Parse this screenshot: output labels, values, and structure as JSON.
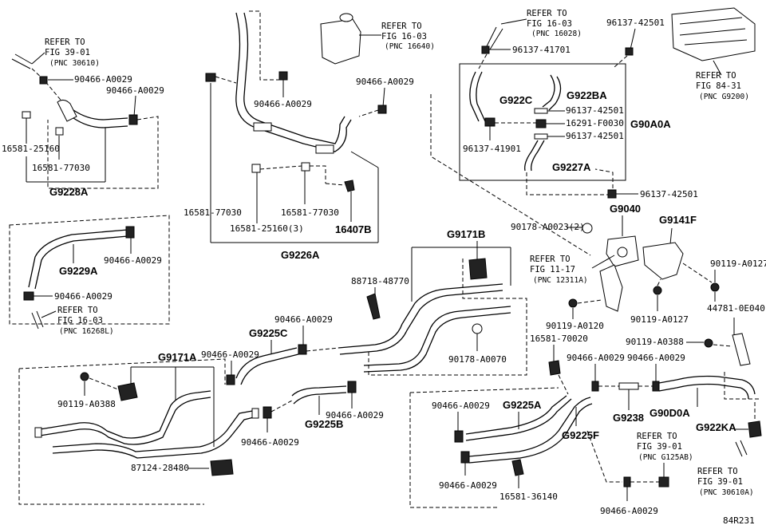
{
  "diagram_id": "84R231",
  "refs": {
    "fig39_top": [
      "REFER TO",
      "FIG 39-01",
      "(PNC 30610)"
    ],
    "fig16_tank": [
      "REFER TO",
      "FIG 16-03",
      "(PNC 16640)"
    ],
    "fig16_top": [
      "REFER TO",
      "FIG 16-03",
      "(PNC 16028)"
    ],
    "fig84": [
      "REFER TO",
      "FIG 84-31",
      "(PNC G9200)"
    ],
    "fig16_left": [
      "REFER TO",
      "FIG 16-03",
      "(PNC 16268L)"
    ],
    "fig11": [
      "REFER TO",
      "FIG 11-17",
      "(PNC 12311A)"
    ],
    "fig39_mid": [
      "REFER TO",
      "FIG 39-01",
      "(PNC G125AB)"
    ],
    "fig39_bot": [
      "REFER TO",
      "FIG 39-01",
      "(PNC 30610A)"
    ]
  },
  "parts": {
    "p1": "90466-A0029",
    "p2": "90466-A0029",
    "p3": "16581-25160",
    "p4": "16581-77030",
    "g9228a": "G9228A",
    "p5": "90466-A0029",
    "p6": "90466-A0029",
    "p7": "16581-77030",
    "p8": "16581-25160(3)",
    "p9": "16581-77030",
    "g16407b": "16407B",
    "g9226a": "G9226A",
    "p10": "96137-42501",
    "p11": "96137-41701",
    "g922c": "G922C",
    "g922ba": "G922BA",
    "p12": "96137-42501",
    "p13": "16291-F0030",
    "p14": "96137-42501",
    "g90a0a": "G90A0A",
    "p15": "96137-41901",
    "g9227a": "G9227A",
    "p16": "96137-42501",
    "g9229a": "G9229A",
    "p17": "90466-A0029",
    "p18": "90466-A0029",
    "p19": "90178-A0023(2)",
    "g9040": "G9040",
    "g9141f": "G9141F",
    "g9171b": "G9171B",
    "p20": "88718-48770",
    "p21": "90119-A0127",
    "p22": "44781-0E040",
    "p23": "90119-A0120",
    "p24": "90119-A0127",
    "p25": "90466-A0029",
    "g9225c": "G9225C",
    "p26": "90466-A0029",
    "p27": "90178-A0070",
    "p28": "16581-70020",
    "p29": "90119-A0388",
    "p30": "90466-A0029",
    "p31": "90466-A0029",
    "g9171a": "G9171A",
    "p32": "90119-A0388",
    "p33": "90466-A0029",
    "g9225b": "G9225B",
    "p34": "90466-A0029",
    "p35": "90466-A0029",
    "g9225a": "G9225A",
    "g9225f": "G9225F",
    "g9238": "G9238",
    "g90d0a": "G90D0A",
    "g922ka": "G922KA",
    "p36": "87124-28480",
    "p37": "90466-A0029",
    "p38": "16581-36140",
    "p39": "90466-A0029"
  }
}
